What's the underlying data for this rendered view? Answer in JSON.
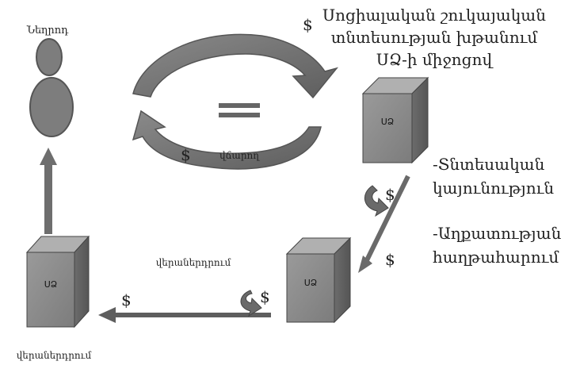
{
  "title_lines": [
    "Սոցիալական շուկայական",
    "տնտեսության խթանում",
    "ՍՁ-ի միջոցով"
  ],
  "person_label": "Նեղրոդ",
  "payment_label": "վճարող",
  "right_text": [
    "-Տնտեսական",
    "կայունություն",
    "-Աղքատության",
    "հաղթահարում"
  ],
  "bottom_middle_label": "վերաներդրում",
  "bottom_left_label": "վերաներդրում",
  "box_label": "ՍՁ",
  "dollar": "$",
  "colors": {
    "shape": "#7a7a7a",
    "shape_dark": "#555555",
    "text": "#222222"
  }
}
